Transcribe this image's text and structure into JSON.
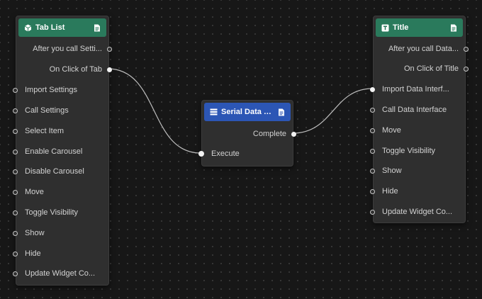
{
  "colors": {
    "canvas_bg": "#171717",
    "node_bg": "#2f2f2f",
    "header_green": "#2a7a5c",
    "header_blue": "#2c56b5",
    "wire": "#bdbdbd"
  },
  "nodes": {
    "tab_list": {
      "title": "Tab List",
      "icon": "cube-icon",
      "outputs": [
        "After you call Setti...",
        "On Click of Tab"
      ],
      "inputs": [
        "Import Settings",
        "Call Settings",
        "Select Item",
        "Enable Carousel",
        "Disable Carousel",
        "Move",
        "Toggle Visibility",
        "Show",
        "Hide",
        "Update Widget Co..."
      ]
    },
    "serial_data": {
      "title": "Serial Data Pr...",
      "icon": "list-icon",
      "outputs": [
        "Complete"
      ],
      "inputs": [
        "Execute"
      ]
    },
    "title_node": {
      "title": "Title",
      "icon": "text-t-icon",
      "outputs": [
        "After you call Data...",
        "On Click of Title"
      ],
      "inputs": [
        "Import Data Interf...",
        "Call Data Interface",
        "Move",
        "Toggle Visibility",
        "Show",
        "Hide",
        "Update Widget Co..."
      ]
    }
  },
  "connections": [
    {
      "from": "Tab List / On Click of Tab",
      "to": "Serial Data Pr... / Execute"
    },
    {
      "from": "Serial Data Pr... / Complete",
      "to": "Title / Import Data Interf..."
    }
  ]
}
